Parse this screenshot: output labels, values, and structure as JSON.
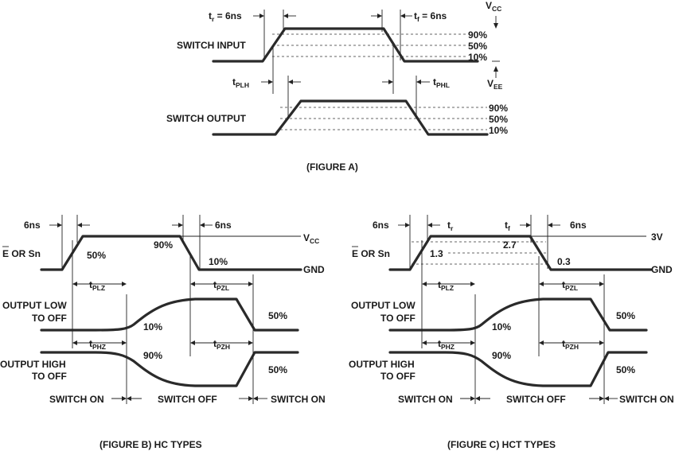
{
  "figA": {
    "tr": "t",
    "tr_sub": "r",
    "tr_val": " = 6ns",
    "tf": "t",
    "tf_sub": "f",
    "tf_val": " = 6ns",
    "vcc": "V",
    "vcc_sub": "CC",
    "vee": "V",
    "vee_sub": "EE",
    "switch_input": "SWITCH INPUT",
    "switch_output": "SWITCH OUTPUT",
    "p90": "90%",
    "p50": "50%",
    "p10": "10%",
    "tplh": "t",
    "tplh_sub": "PLH",
    "tphl": "t",
    "tphl_sub": "PHL",
    "caption": "(FIGURE A)"
  },
  "figB": {
    "left_6ns": "6ns",
    "right_6ns": "6ns",
    "e_or_sn": "E OR Sn",
    "p50": "50%",
    "p90": "90%",
    "p10": "10%",
    "vcc": "V",
    "vcc_sub": "CC",
    "gnd": "GND",
    "tplz": "t",
    "tplz_sub": "PLZ",
    "tpzl": "t",
    "tpzl_sub": "PZL",
    "tphz": "t",
    "tphz_sub": "PHZ",
    "tpzh": "t",
    "tpzh_sub": "PZH",
    "out_low_1": "OUTPUT LOW",
    "out_low_2": "TO OFF",
    "out_high_1": "OUTPUT HIGH",
    "out_high_2": "TO OFF",
    "low_10": "10%",
    "low_50": "50%",
    "high_90": "90%",
    "high_50": "50%",
    "switch_on_l": "SWITCH ON",
    "switch_off": "SWITCH OFF",
    "switch_on_r": "SWITCH ON",
    "caption": "(FIGURE B)  HC TYPES"
  },
  "figC": {
    "left_6ns": "6ns",
    "right_6ns": "6ns",
    "tr": "t",
    "tr_sub": "r",
    "tf": "t",
    "tf_sub": "f",
    "e_or_sn": "E OR Sn",
    "v13": "1.3",
    "v27": "2.7",
    "v03": "0.3",
    "v3": "3V",
    "gnd": "GND",
    "tplz": "t",
    "tplz_sub": "PLZ",
    "tpzl": "t",
    "tpzl_sub": "PZL",
    "tphz": "t",
    "tphz_sub": "PHZ",
    "tpzh": "t",
    "tpzh_sub": "PZH",
    "out_low_1": "OUTPUT LOW",
    "out_low_2": "TO OFF",
    "out_high_1": "OUTPUT HIGH",
    "out_high_2": "TO OFF",
    "low_10": "10%",
    "low_50": "50%",
    "high_90": "90%",
    "high_50": "50%",
    "switch_on_l": "SWITCH ON",
    "switch_off": "SWITCH OFF",
    "switch_on_r": "SWITCH ON",
    "caption": "(FIGURE C)  HCT TYPES"
  }
}
